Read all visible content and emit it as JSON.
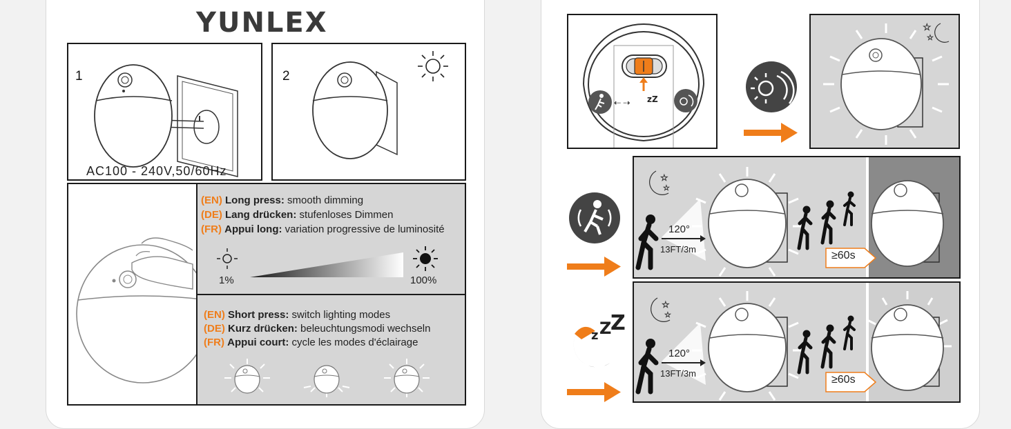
{
  "brand": {
    "logo_text": "YUNLEX"
  },
  "step1": {
    "number": "1",
    "spec": "AC100 - 240V,50/60Hz"
  },
  "step2": {
    "number": "2"
  },
  "long_press": {
    "lines": [
      {
        "lang": "(EN)",
        "label": "Long press:",
        "text": "smooth dimming"
      },
      {
        "lang": "(DE)",
        "label": "Lang drücken:",
        "text": "stufenloses Dimmen"
      },
      {
        "lang": "(FR)",
        "label": "Appui long:",
        "text": "variation progressive de luminosité"
      }
    ],
    "min_label": "1%",
    "max_label": "100%"
  },
  "short_press": {
    "lines": [
      {
        "lang": "(EN)",
        "label": "Short press:",
        "text": " switch lighting modes"
      },
      {
        "lang": "(DE)",
        "label": "Kurz drücken:",
        "text": "beleuchtungsmodi wechseln"
      },
      {
        "lang": "(FR)",
        "label": "Appui court:",
        "text": "cycle les modes d'éclairage"
      }
    ]
  },
  "motion_mode": {
    "angle": "120°",
    "distance": "13FT/3m",
    "timer": "≥60s"
  },
  "sleep_mode": {
    "angle": "120°",
    "distance": "13FT/3m",
    "timer": "≥60s"
  },
  "colors": {
    "accent": "#ef7d1a",
    "panel_gray": "#d6d6d6",
    "panel_dark": "#8a8a8a",
    "outline": "#1a1a1a"
  },
  "icons": [
    "sun-icon",
    "moon-stars-icon",
    "motion-sensor-icon",
    "light-sensor-icon",
    "sleep-icon",
    "walking-person-icon",
    "arrow-right-icon",
    "hand-icon",
    "plug-icon"
  ]
}
